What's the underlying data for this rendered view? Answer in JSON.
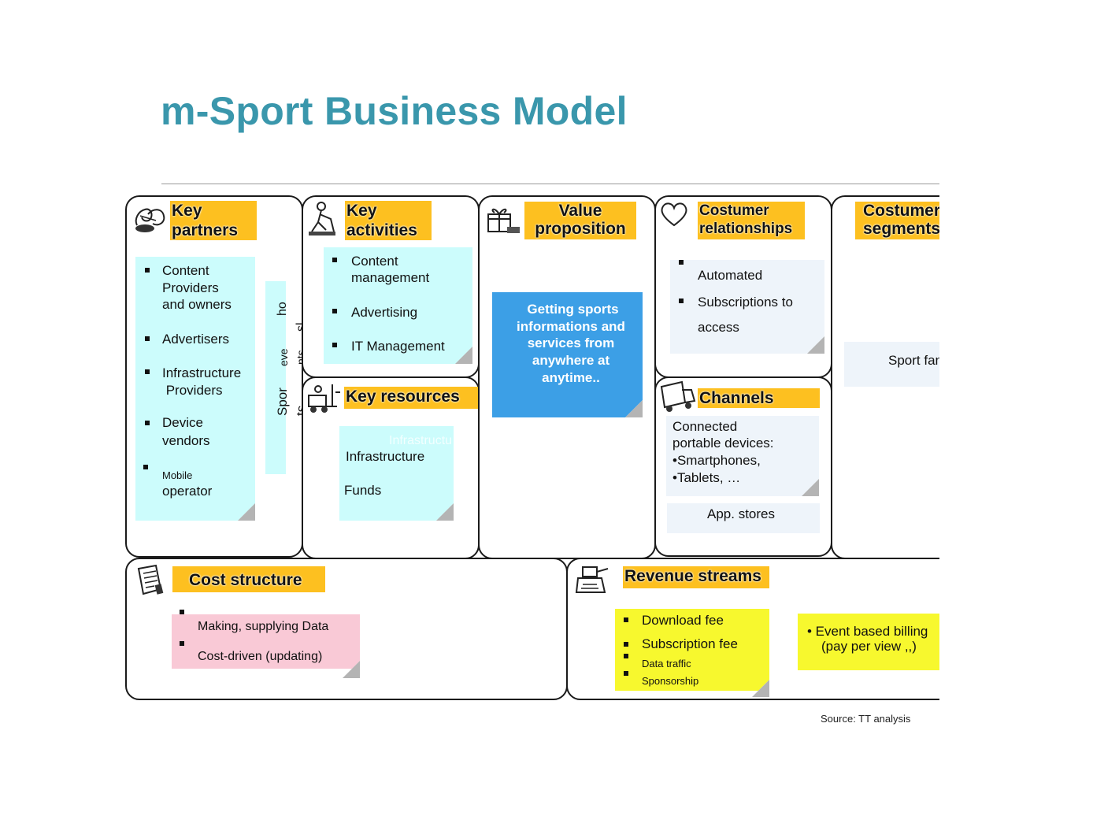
{
  "title": "m-Sport Business Model",
  "blocks": {
    "key_partners": {
      "header_line1": "Key",
      "header_line2": "partners",
      "items": [
        {
          "lines": [
            "Content",
            "Providers",
            "and owners"
          ]
        },
        {
          "lines": [
            "Advertisers"
          ]
        },
        {
          "lines": [
            "Infrastructure",
            " Providers"
          ]
        },
        {
          "lines": [
            "Device",
            "vendors"
          ]
        },
        {
          "small": "Mobile",
          "lines": [
            "operator"
          ]
        }
      ],
      "side_note": {
        "col1_a": "ho",
        "col1_b": "eve",
        "col1_c": "Spor",
        "col2_a": "sl",
        "col2_b": "nts",
        "col2_c": "ts"
      }
    },
    "key_activities": {
      "header_line1": "Key",
      "header_line2": "activities",
      "items": [
        "Content",
        "management",
        "Advertising",
        "IT Management"
      ]
    },
    "key_resources": {
      "header": "Key resources",
      "ghost": "Infrastructu",
      "items": [
        "Infrastructure",
        "Funds"
      ]
    },
    "value_proposition": {
      "header_line1": "Value",
      "header_line2": "proposition",
      "lines": [
        "Getting sports",
        "informations and",
        "services from",
        "anywhere at",
        "anytime.."
      ]
    },
    "customer_relationships": {
      "header_line1": "Costumer",
      "header_line2": "relationships",
      "items": [
        "Automated",
        "Subscriptions to",
        "access"
      ]
    },
    "channels": {
      "header": "Channels",
      "lines": [
        "Connected",
        "portable devices:",
        "•Smartphones,",
        "•Tablets, …"
      ],
      "store": "App. stores"
    },
    "customer_segments": {
      "header_line1": "Costumer",
      "header_line2": "segments",
      "note": "Sport fans"
    },
    "cost_structure": {
      "header": "Cost structure",
      "items": [
        "Making, supplying Data",
        "Cost-driven (updating)"
      ]
    },
    "revenue_streams": {
      "header": "Revenue streams",
      "items": [
        "Download fee",
        "Subscription fee",
        "Data traffic",
        "Sponsorship"
      ],
      "billing_line1": "• Event based billing",
      "billing_line2": "(pay per view ,,)"
    }
  },
  "source": "Source: TT analysis",
  "colors": {
    "title": "#3a97ac",
    "header": "#fdc020",
    "cyan_note": "#ccfcfc",
    "pale_note": "#eef4fa",
    "value_note": "#3c9fe6",
    "pink_note": "#f9c9d6",
    "yellow_note": "#f7f82e"
  },
  "icons": [
    "handshake-icon",
    "worker-icon",
    "gift-icon",
    "heart-icon",
    "truck-icon",
    "clipboard-icon",
    "cash-register-icon",
    "forklift-icon"
  ]
}
